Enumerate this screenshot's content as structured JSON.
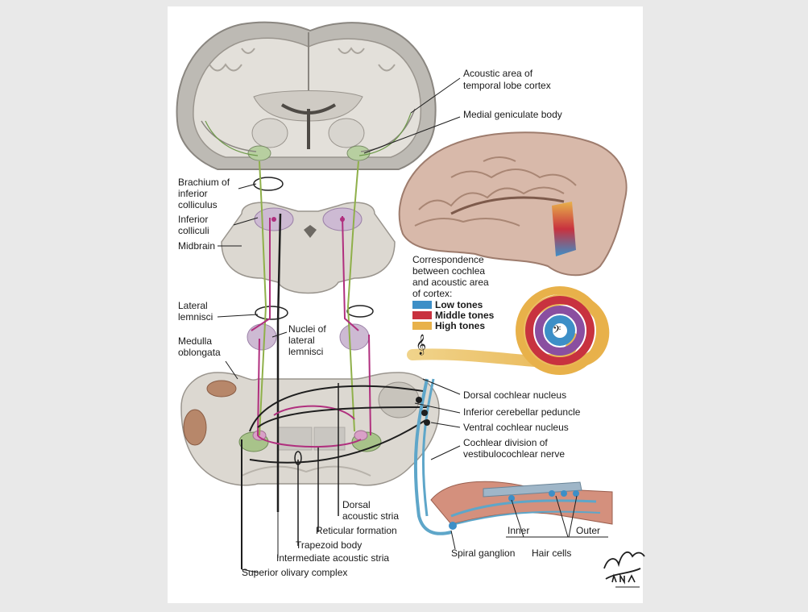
{
  "labels": {
    "acoustic_area": [
      "Acoustic area of",
      "temporal lobe cortex"
    ],
    "medial_geniculate": "Medial geniculate body",
    "brachium": [
      "Brachium of",
      "inferior",
      "colliculus"
    ],
    "inferior_colliculi": [
      "Inferior",
      "colliculi"
    ],
    "midbrain": "Midbrain",
    "lateral_lemnisci": [
      "Lateral",
      "lemnisci"
    ],
    "nuclei_lateral_lemnisci": [
      "Nuclei of",
      "lateral",
      "lemnisci"
    ],
    "medulla": [
      "Medulla",
      "oblongata"
    ],
    "correspondence": [
      "Correspondence",
      "between cochlea",
      "and acoustic area",
      "of cortex:"
    ],
    "legend": [
      {
        "label": "Low tones",
        "color": "#3d8fc7"
      },
      {
        "label": "Middle tones",
        "color": "#c8323f"
      },
      {
        "label": "High tones",
        "color": "#e8b14a"
      }
    ],
    "dorsal_cochlear": "Dorsal cochlear nucleus",
    "inferior_cerebellar": "Inferior cerebellar peduncle",
    "ventral_cochlear": "Ventral cochlear nucleus",
    "cochlear_division": [
      "Cochlear division of",
      "vestibulocochlear nerve"
    ],
    "dorsal_acoustic_stria": [
      "Dorsal",
      "acoustic stria"
    ],
    "reticular_formation": "Reticular formation",
    "trapezoid_body": "Trapezoid body",
    "intermediate_acoustic_stria": "Intermediate acoustic stria",
    "superior_olivary": "Superior olivary complex",
    "inner": "Inner",
    "outer": "Outer",
    "spiral_ganglion": "Spiral ganglion",
    "hair_cells": "Hair cells"
  }
}
